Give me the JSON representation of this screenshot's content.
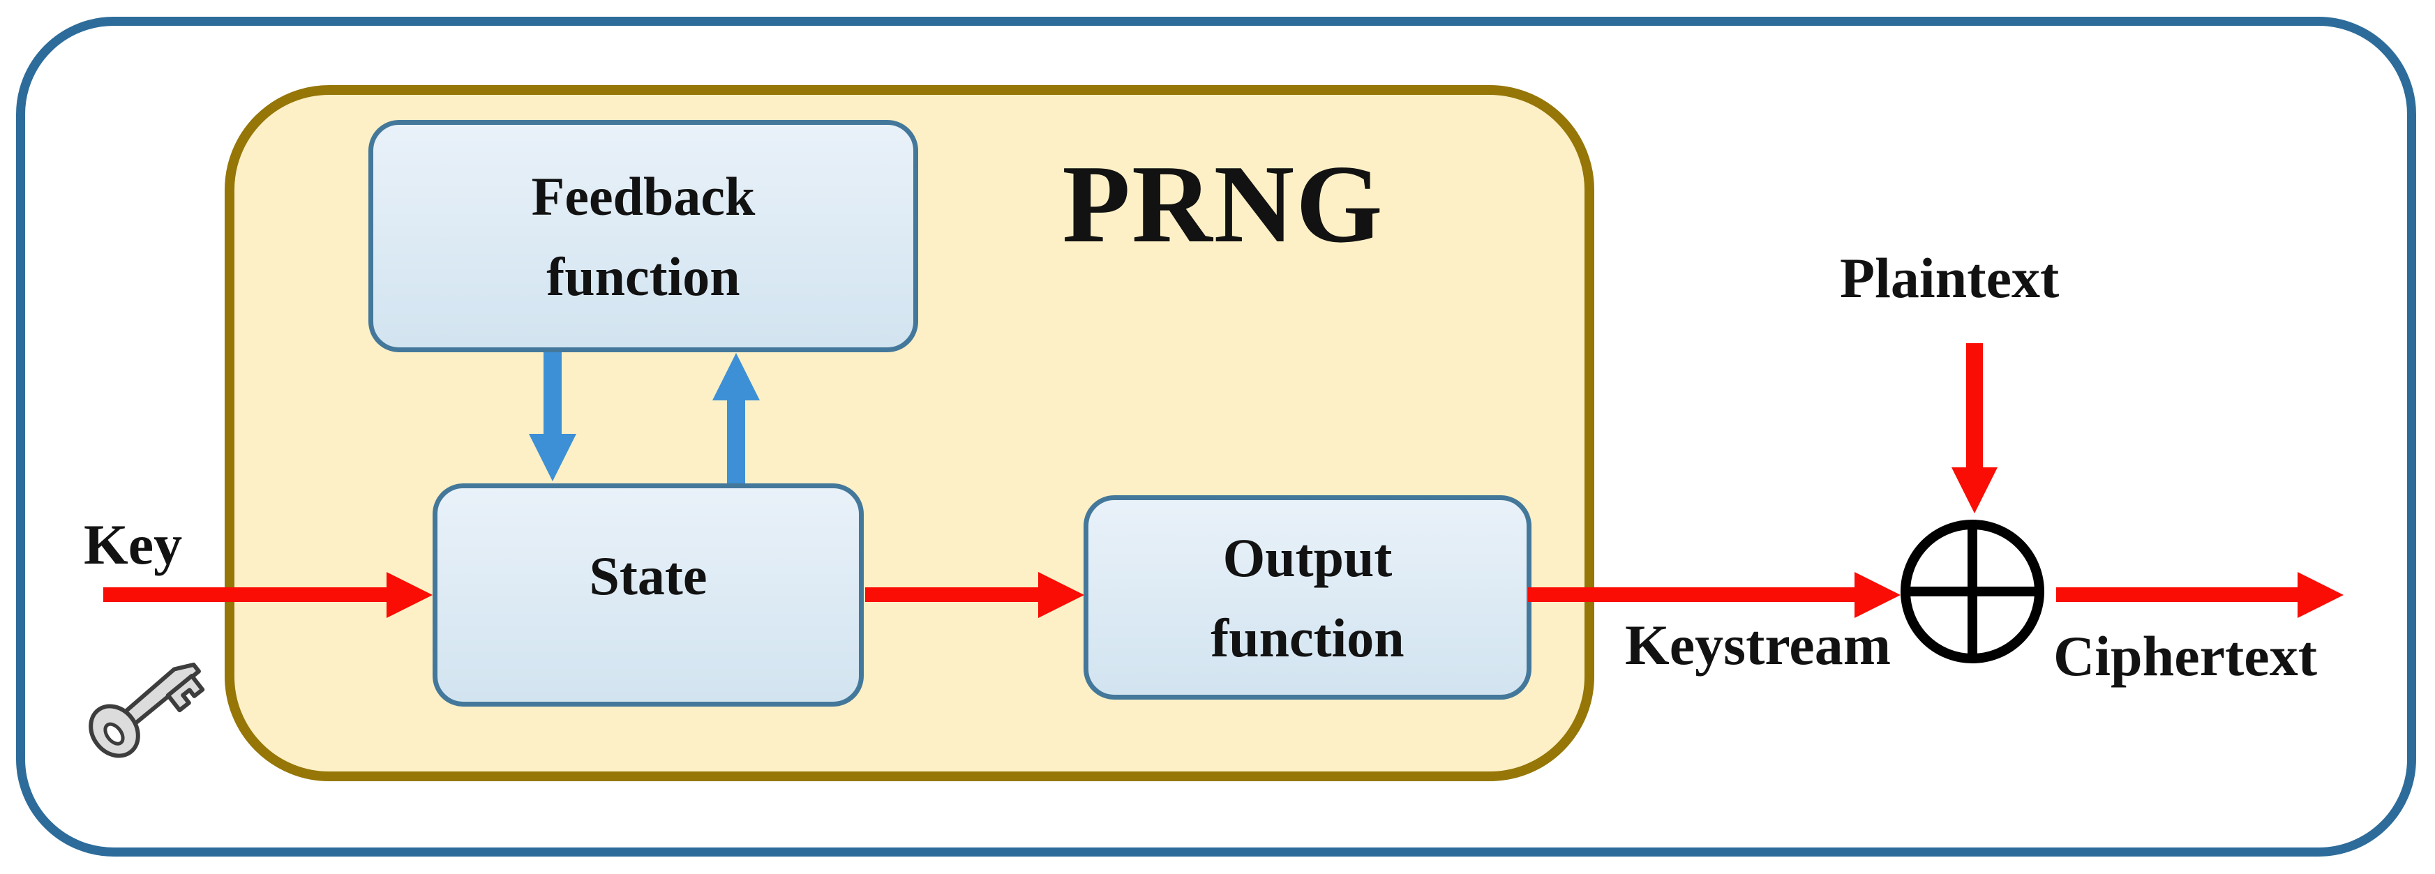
{
  "figure": {
    "type": "block-diagram",
    "description": "Stream cipher encryption: a key seeds a PRNG whose keystream is XORed with plaintext to produce ciphertext"
  },
  "prng": {
    "title": "PRNG",
    "boxes": {
      "feedback": {
        "lines": [
          "Feedback",
          "function"
        ]
      },
      "state": {
        "label": "State"
      },
      "output": {
        "lines": [
          "Output",
          "function"
        ]
      }
    }
  },
  "labels": {
    "key": "Key",
    "keystream": "Keystream",
    "plaintext": "Plaintext",
    "ciphertext": "Ciphertext"
  },
  "icons": {
    "key_icon": "key-icon",
    "xor_icon": "xor-circle-plus-icon"
  },
  "colors": {
    "outer_border": "#2d6c9a",
    "prng_border": "#957607",
    "prng_fill": "#fdf0c6",
    "node_border": "#44789b",
    "node_fill": "#d9e8f3",
    "red_arrow": "#f90d04",
    "blue_arrow": "#3d90d5",
    "text": "#121212"
  }
}
